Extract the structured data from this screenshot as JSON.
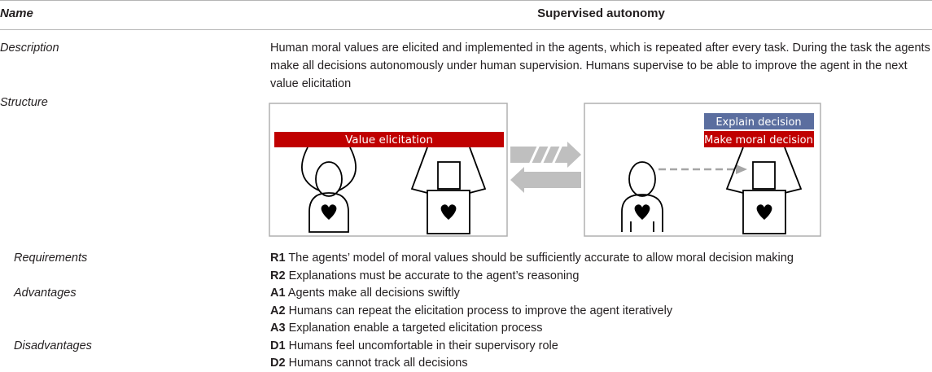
{
  "header": {
    "name_label": "Name",
    "title": "Supervised autonomy"
  },
  "description": {
    "label": "Description",
    "text": "Human moral values are elicited and implemented in the agents, which is repeated after every task. During the task the agents make all decisions autonomously under human supervision. Humans supervise to be able to improve the agent in the next value elicitation"
  },
  "structure": {
    "label": "Structure",
    "left_panel": {
      "banner": "Value elicitation",
      "banner_color": "#c00000"
    },
    "right_panel": {
      "explain_label": "Explain decision",
      "explain_color": "#5b6e9f",
      "decide_label": "Make moral decision",
      "decide_color": "#c00000"
    }
  },
  "requirements": {
    "label": "Requirements",
    "items": [
      {
        "code": "R1",
        "text": " The agents’ model of moral values should be sufficiently accurate to allow moral decision making"
      },
      {
        "code": "R2",
        "text": " Explanations must be accurate to the agent’s reasoning"
      }
    ]
  },
  "advantages": {
    "label": "Advantages",
    "items": [
      {
        "code": "A1",
        "text": " Agents make all decisions swiftly"
      },
      {
        "code": "A2",
        "text": " Humans can repeat the elicitation process to improve the agent iteratively"
      },
      {
        "code": "A3",
        "text": " Explanation enable a targeted elicitation process"
      }
    ]
  },
  "disadvantages": {
    "label": "Disadvantages",
    "items": [
      {
        "code": "D1",
        "text": " Humans feel uncomfortable in their supervisory role"
      },
      {
        "code": "D2",
        "text": " Humans cannot track all decisions"
      }
    ]
  }
}
